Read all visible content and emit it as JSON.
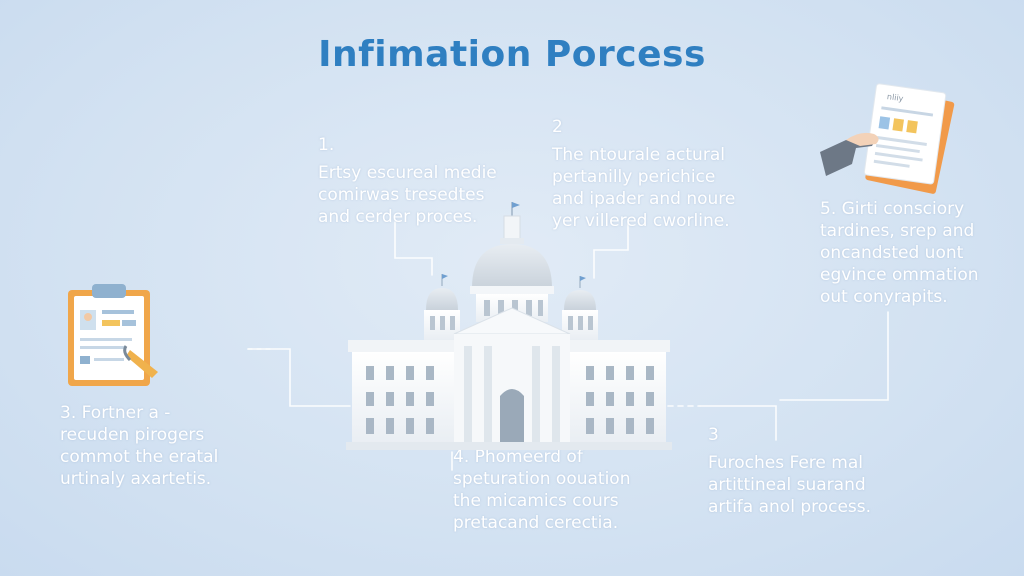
{
  "title": "Infimation Porcess",
  "steps": [
    {
      "number": "1.",
      "lines": [
        "Ertsy escureal medie",
        "comirwas tresedtes",
        "and cerder proces."
      ]
    },
    {
      "number": "2",
      "lines": [
        "The ntourale actural",
        "pertanilly perichice",
        "and ipader and noure",
        "yer villered cworline."
      ]
    },
    {
      "number": "3. Fortner a -",
      "lines": [
        "recuden pirogers",
        "commot the eratal",
        "urtinaly axartetis."
      ]
    },
    {
      "number": "4. Phomeerd of",
      "lines": [
        "speturation oouation",
        "the micamics cours",
        "pretacand cerectia."
      ]
    },
    {
      "number": "3",
      "lines": [
        "Furoches Fere mal",
        "artittineal suarand",
        "artifa anol process."
      ]
    },
    {
      "number": "5. Girti consciory",
      "lines": [
        "tardines, srep and",
        "oncandsted uont",
        "egvince ommation",
        "out conyrapits."
      ]
    }
  ],
  "icons": {
    "building": "government-building-icon",
    "clipboard": "clipboard-document-icon",
    "hand_document": "hand-holding-document-icon",
    "clipboard_accent": "#f0a64a",
    "document_accent": "#f19a4a",
    "document_header": "nliiy"
  },
  "colors": {
    "title": "#2f7fc1",
    "text": "#ffffff",
    "connector": "#ffffff"
  }
}
